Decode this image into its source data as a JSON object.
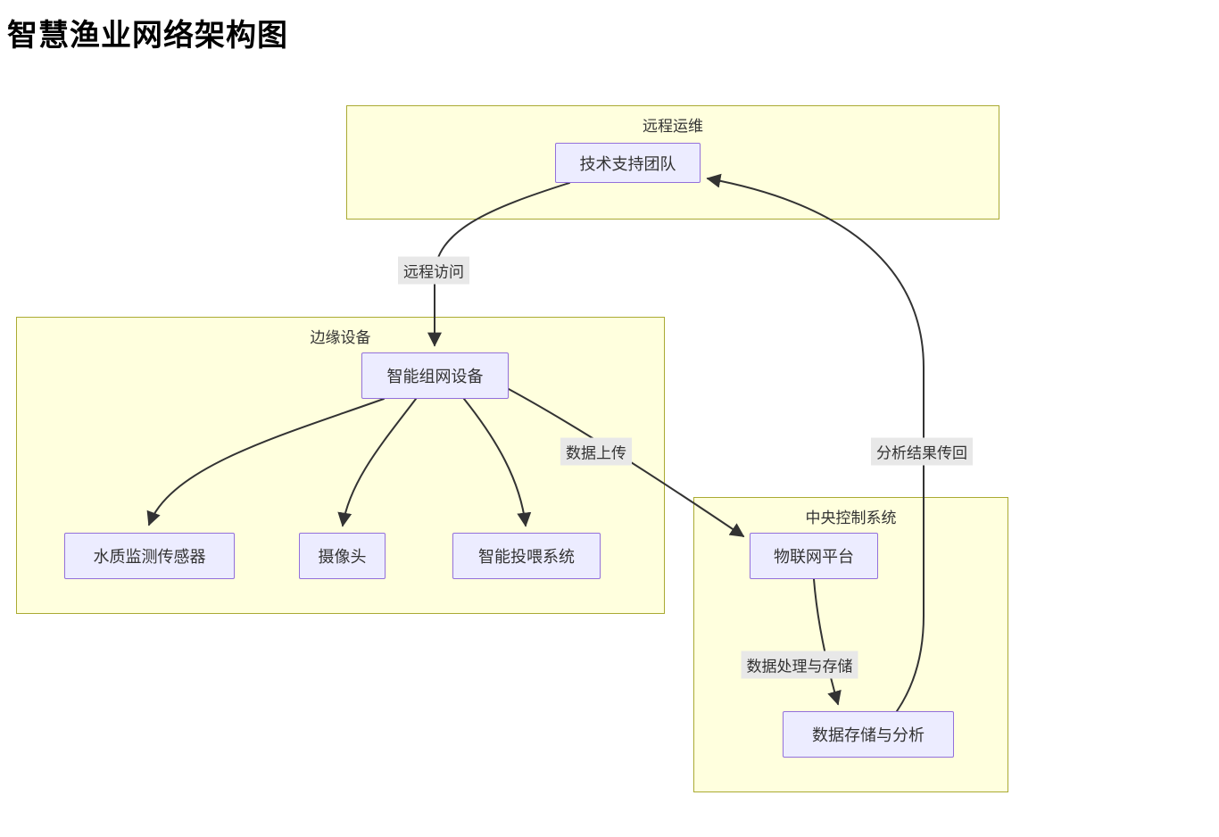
{
  "title": "智慧渔业网络架构图",
  "colors": {
    "cluster_fill": "#ffffde",
    "cluster_border": "#aaaa33",
    "node_fill": "#ECECFF",
    "node_border": "#9370DB",
    "edge_stroke": "#333333",
    "edge_label_bg": "#e8e8e8"
  },
  "clusters": [
    {
      "id": "remote-ops",
      "label": "远程运维"
    },
    {
      "id": "edge-devices",
      "label": "边缘设备"
    },
    {
      "id": "central-control",
      "label": "中央控制系统"
    }
  ],
  "nodes": [
    {
      "id": "tech-support",
      "label": "技术支持团队"
    },
    {
      "id": "networking-device",
      "label": "智能组网设备"
    },
    {
      "id": "water-sensor",
      "label": "水质监测传感器"
    },
    {
      "id": "camera",
      "label": "摄像头"
    },
    {
      "id": "feeding-system",
      "label": "智能投喂系统"
    },
    {
      "id": "iot-platform",
      "label": "物联网平台"
    },
    {
      "id": "data-storage",
      "label": "数据存储与分析"
    }
  ],
  "edges": [
    {
      "from": "tech-support",
      "to": "networking-device",
      "label": "远程访问"
    },
    {
      "from": "networking-device",
      "to": "water-sensor",
      "label": ""
    },
    {
      "from": "networking-device",
      "to": "camera",
      "label": ""
    },
    {
      "from": "networking-device",
      "to": "feeding-system",
      "label": ""
    },
    {
      "from": "networking-device",
      "to": "iot-platform",
      "label": "数据上传"
    },
    {
      "from": "iot-platform",
      "to": "data-storage",
      "label": "数据处理与存储"
    },
    {
      "from": "data-storage",
      "to": "tech-support",
      "label": "分析结果传回"
    }
  ]
}
